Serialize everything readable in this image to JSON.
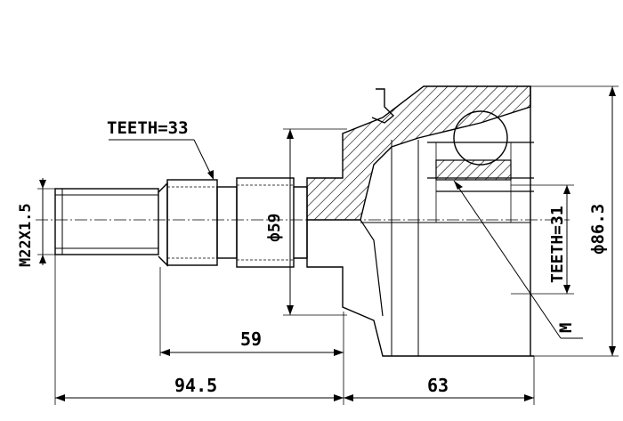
{
  "labels": {
    "teeth_outer": "TEETH=33",
    "teeth_inner": "TEETH=31",
    "thread": "M22X1.5",
    "dia_59": "ф59",
    "dia_86": "ф86.3",
    "marker_m": "M"
  },
  "dimensions": {
    "d59": "59",
    "d94": "94.5",
    "d63": "63"
  },
  "colors": {
    "stroke": "#000000",
    "background": "#ffffff"
  }
}
